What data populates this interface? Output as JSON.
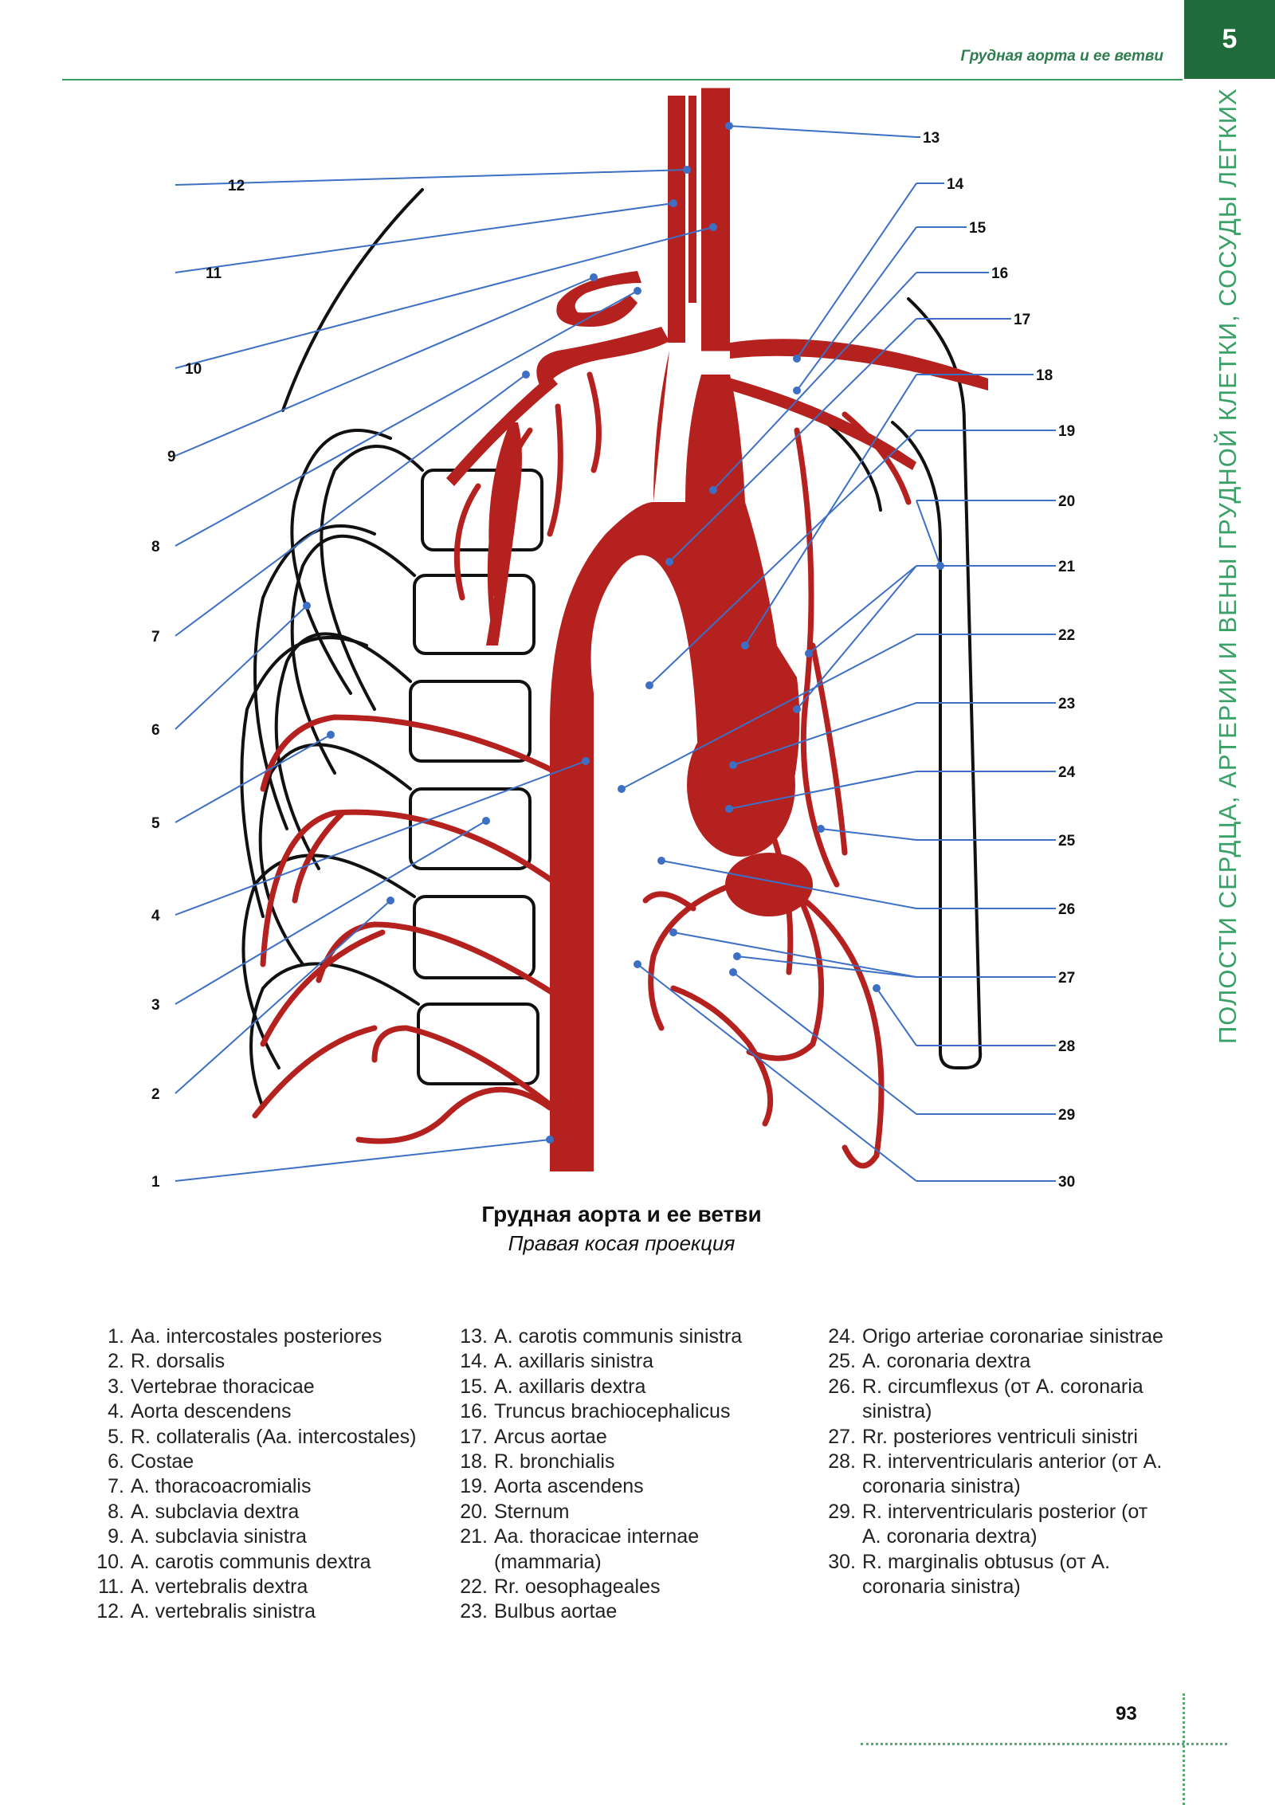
{
  "header": {
    "running_title": "Грудная аорта и ее ветви",
    "chapter_number": "5",
    "side_title": "ПОЛОСТИ СЕРДЦА, АРТЕРИИ И ВЕНЫ ГРУДНОЙ КЛЕТКИ, СОСУДЫ ЛЕГКИХ"
  },
  "figure": {
    "caption_title": "Грудная аорта и ее ветви",
    "caption_subtitle": "Правая косая проекция",
    "left_labels": [
      "1",
      "2",
      "3",
      "4",
      "5",
      "6",
      "7",
      "8",
      "9",
      "10",
      "11",
      "12"
    ],
    "right_labels": [
      "13",
      "14",
      "15",
      "16",
      "17",
      "18",
      "19",
      "20",
      "21",
      "22",
      "23",
      "24",
      "25",
      "26",
      "27",
      "28",
      "29",
      "30"
    ],
    "colors": {
      "artery": "#b5211e",
      "outline": "#111111",
      "leader": "#3d6fc4",
      "accent": "#1f6b3a"
    }
  },
  "legend": {
    "col1": [
      {
        "n": "1.",
        "t": "Aa. intercostales posteriores"
      },
      {
        "n": "2.",
        "t": "R. dorsalis"
      },
      {
        "n": "3.",
        "t": "Vertebrae thoracicae"
      },
      {
        "n": "4.",
        "t": "Aorta descendens"
      },
      {
        "n": "5.",
        "t": "R. collateralis (Aa. intercostales)"
      },
      {
        "n": "6.",
        "t": "Costae"
      },
      {
        "n": "7.",
        "t": "A. thoracoacromialis"
      },
      {
        "n": "8.",
        "t": "A. subclavia dextra"
      },
      {
        "n": "9.",
        "t": "A. subclavia sinistra"
      },
      {
        "n": "10.",
        "t": "A. carotis communis dextra"
      },
      {
        "n": "11.",
        "t": "A. vertebralis dextra"
      },
      {
        "n": "12.",
        "t": "A. vertebralis sinistra"
      }
    ],
    "col2": [
      {
        "n": "13.",
        "t": "A. carotis communis sinistra"
      },
      {
        "n": "14.",
        "t": "A. axillaris sinistra"
      },
      {
        "n": "15.",
        "t": "A. axillaris dextra"
      },
      {
        "n": "16.",
        "t": "Truncus brachiocephalicus"
      },
      {
        "n": "17.",
        "t": "Arcus aortae"
      },
      {
        "n": "18.",
        "t": "R. bronchialis"
      },
      {
        "n": "19.",
        "t": "Aorta ascendens"
      },
      {
        "n": "20.",
        "t": "Sternum"
      },
      {
        "n": "21.",
        "t": "Aa. thoracicae internae (mammaria)"
      },
      {
        "n": "22.",
        "t": "Rr. oesophageales"
      },
      {
        "n": "23.",
        "t": "Bulbus aortae"
      }
    ],
    "col3": [
      {
        "n": "24.",
        "t": "Origo arteriae coronariae sinistrae"
      },
      {
        "n": "25.",
        "t": "A. coronaria dextra"
      },
      {
        "n": "26.",
        "t": "R. circumflexus (от A. coronaria sinistra)"
      },
      {
        "n": "27.",
        "t": "Rr. posteriores ventriculi sinistri"
      },
      {
        "n": "28.",
        "t": "R. interventricularis anterior (от A. coronaria sinistra)"
      },
      {
        "n": "29.",
        "t": "R. interventricularis posterior (от A. coronaria dextra)"
      },
      {
        "n": "30.",
        "t": "R. marginalis obtusus (от A. coronaria sinistra)"
      }
    ]
  },
  "footer": {
    "page_number": "93"
  }
}
